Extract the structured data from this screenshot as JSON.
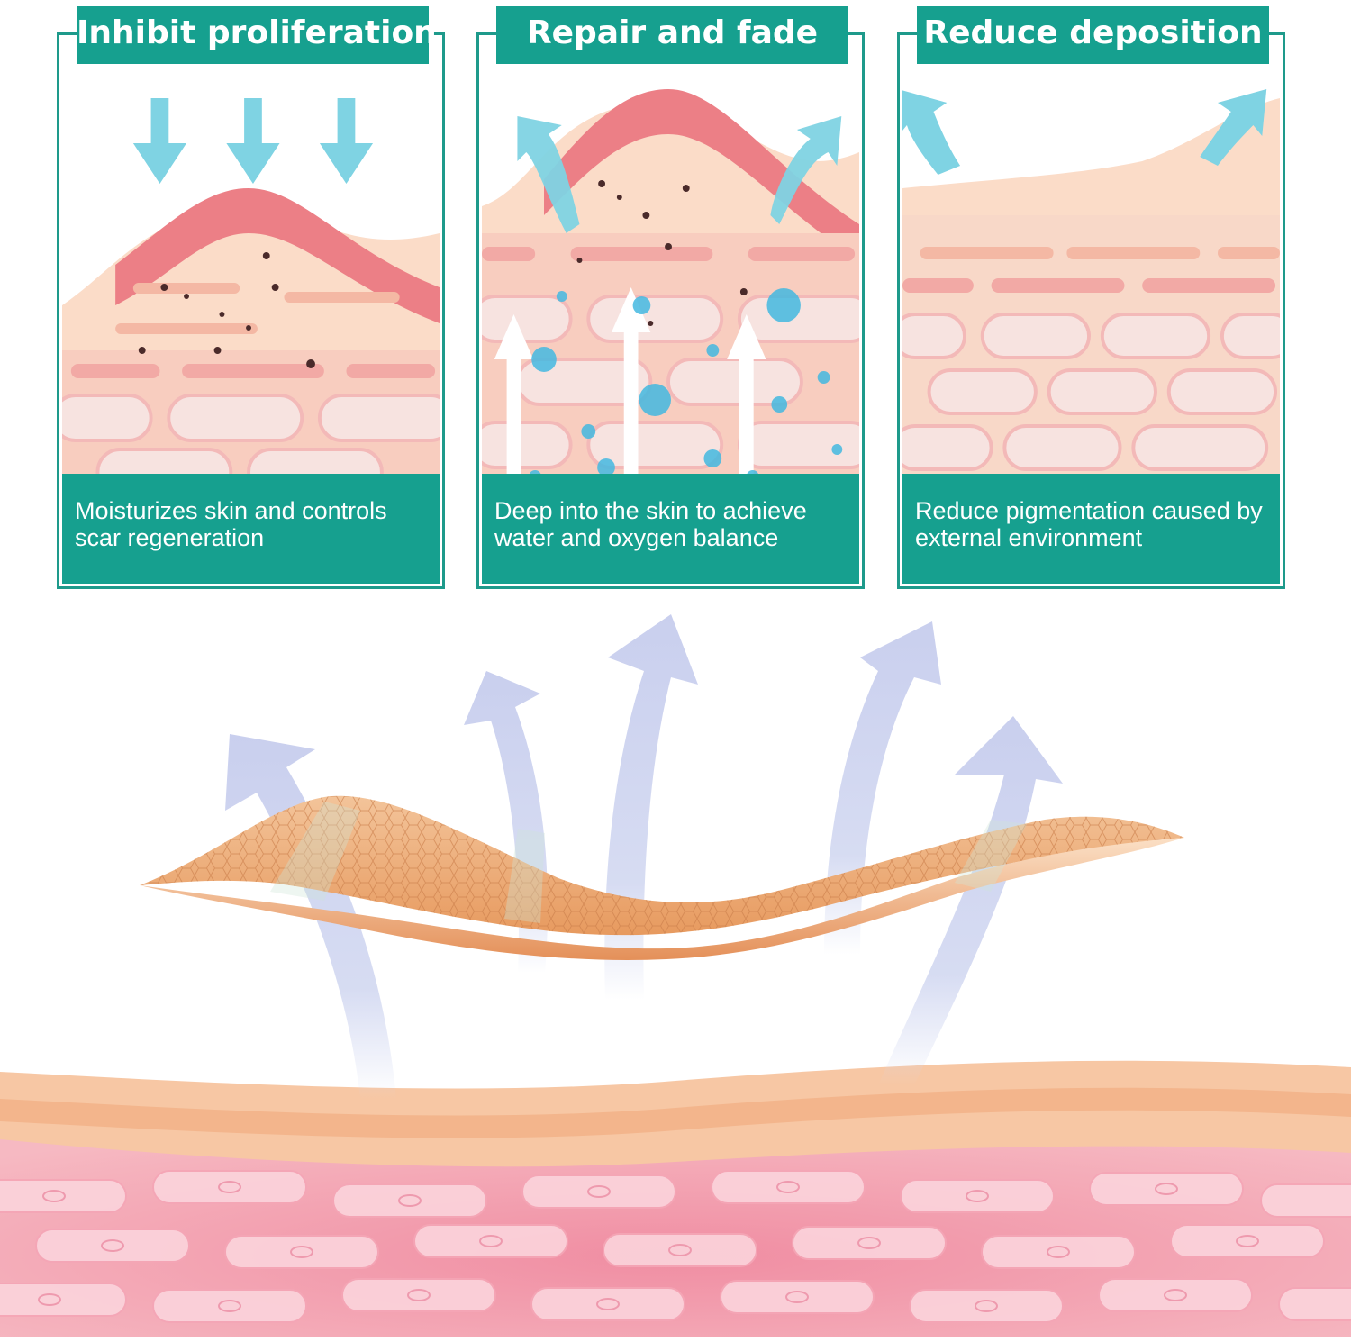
{
  "panels": [
    {
      "title": "Inhibit proliferation",
      "caption": "Moisturizes skin and controls scar regeneration",
      "illustration": "scar-with-pigment-and-downward-arrows"
    },
    {
      "title": "Repair and fade",
      "caption": "Deep into the skin to achieve water and oxygen balance",
      "illustration": "scar-with-water-droplets-and-upward-arrows"
    },
    {
      "title": "Reduce deposition",
      "caption": "Reduce pigmentation caused by external environment",
      "illustration": "flat-skin-with-outward-arrows"
    }
  ],
  "scene": {
    "sheet": "silicone-scar-sheet",
    "arrows": "breathable-upward-arrows",
    "skin": "skin-cell-layer"
  },
  "colors": {
    "accent": "#16a08f",
    "skin_top": "#f6c9a8",
    "skin_pink": "#f4a7ae",
    "scar_red": "#ec7f86",
    "arrow_cyan": "#7fd3e3",
    "arrow_lavender": "#cdd3ef",
    "sheet_orange": "#e9a36c"
  }
}
